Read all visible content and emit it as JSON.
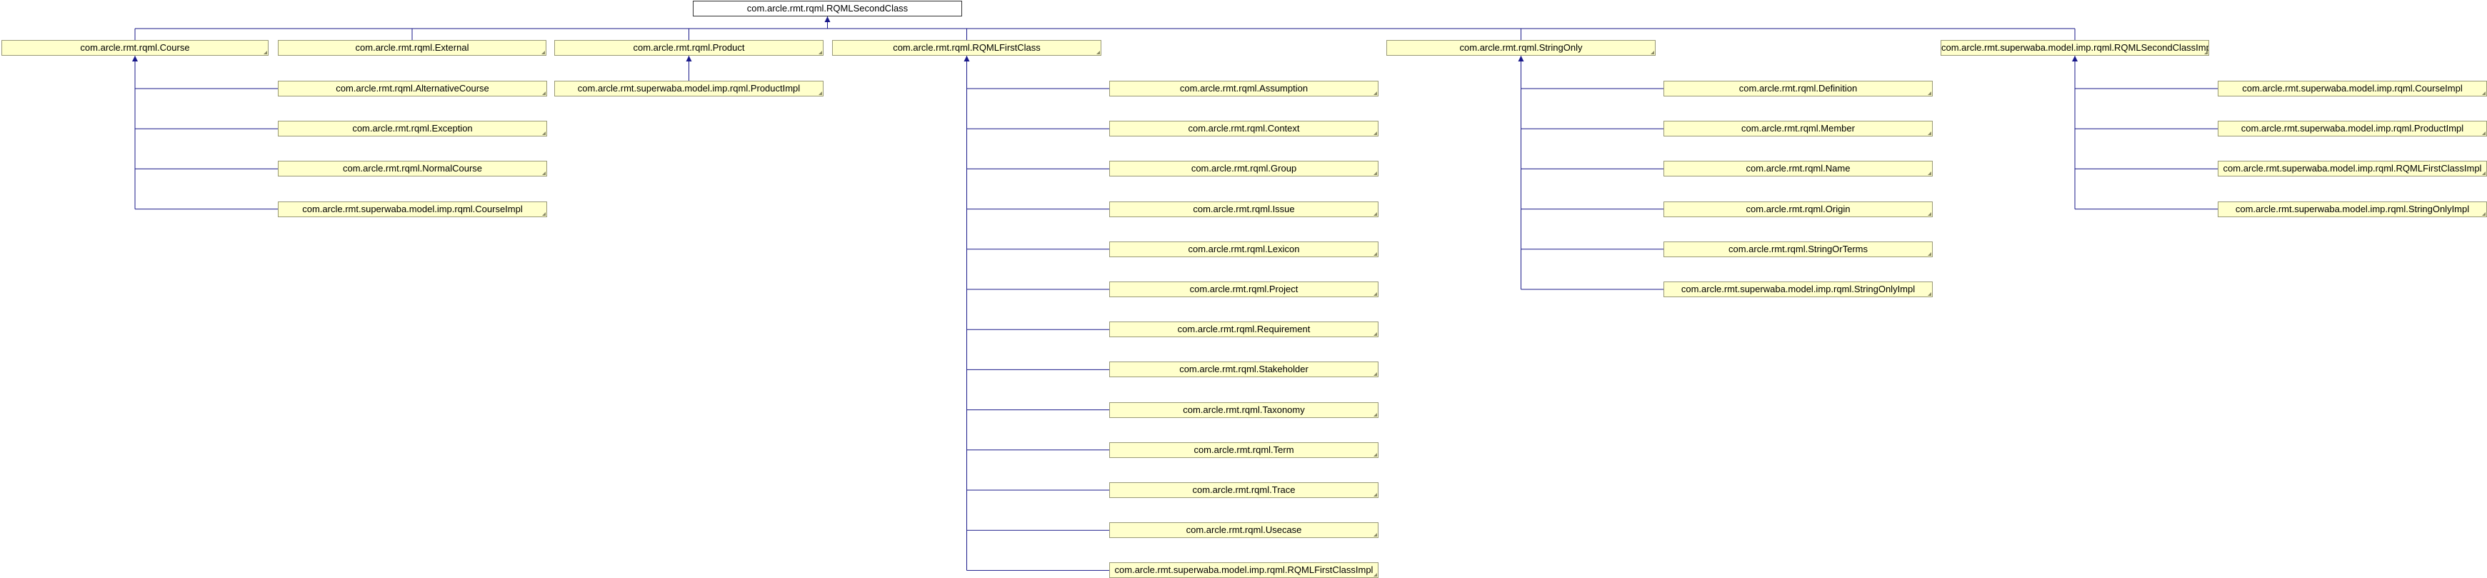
{
  "colors": {
    "edge": "#1a1a8a",
    "node_fill": "#ffffcc",
    "node_border": "#999977",
    "root_fill": "#ffffff"
  },
  "root": "com.arcle.rmt.rqml.RQMLSecondClass",
  "groups": [
    {
      "parent": "com.arcle.rmt.rqml.Course",
      "children": [
        "com.arcle.rmt.rqml.AlternativeCourse",
        "com.arcle.rmt.rqml.Exception",
        "com.arcle.rmt.rqml.NormalCourse",
        "com.arcle.rmt.superwaba.model.imp.rqml.CourseImpl"
      ]
    },
    {
      "parent": "com.arcle.rmt.rqml.External",
      "children": []
    },
    {
      "parent": "com.arcle.rmt.rqml.Product",
      "children": [
        "com.arcle.rmt.superwaba.model.imp.rqml.ProductImpl"
      ]
    },
    {
      "parent": "com.arcle.rmt.rqml.RQMLFirstClass",
      "children": [
        "com.arcle.rmt.rqml.Assumption",
        "com.arcle.rmt.rqml.Context",
        "com.arcle.rmt.rqml.Group",
        "com.arcle.rmt.rqml.Issue",
        "com.arcle.rmt.rqml.Lexicon",
        "com.arcle.rmt.rqml.Project",
        "com.arcle.rmt.rqml.Requirement",
        "com.arcle.rmt.rqml.Stakeholder",
        "com.arcle.rmt.rqml.Taxonomy",
        "com.arcle.rmt.rqml.Term",
        "com.arcle.rmt.rqml.Trace",
        "com.arcle.rmt.rqml.Usecase",
        "com.arcle.rmt.superwaba.model.imp.rqml.RQMLFirstClassImpl"
      ]
    },
    {
      "parent": "com.arcle.rmt.rqml.StringOnly",
      "children": [
        "com.arcle.rmt.rqml.Definition",
        "com.arcle.rmt.rqml.Member",
        "com.arcle.rmt.rqml.Name",
        "com.arcle.rmt.rqml.Origin",
        "com.arcle.rmt.rqml.StringOrTerms",
        "com.arcle.rmt.superwaba.model.imp.rqml.StringOnlyImpl"
      ]
    },
    {
      "parent": "com.arcle.rmt.superwaba.model.imp.rqml.RQMLSecondClassImpl",
      "children": [
        "com.arcle.rmt.superwaba.model.imp.rqml.CourseImpl",
        "com.arcle.rmt.superwaba.model.imp.rqml.ProductImpl",
        "com.arcle.rmt.superwaba.model.imp.rqml.RQMLFirstClassImpl",
        "com.arcle.rmt.superwaba.model.imp.rqml.StringOnlyImpl"
      ]
    }
  ]
}
